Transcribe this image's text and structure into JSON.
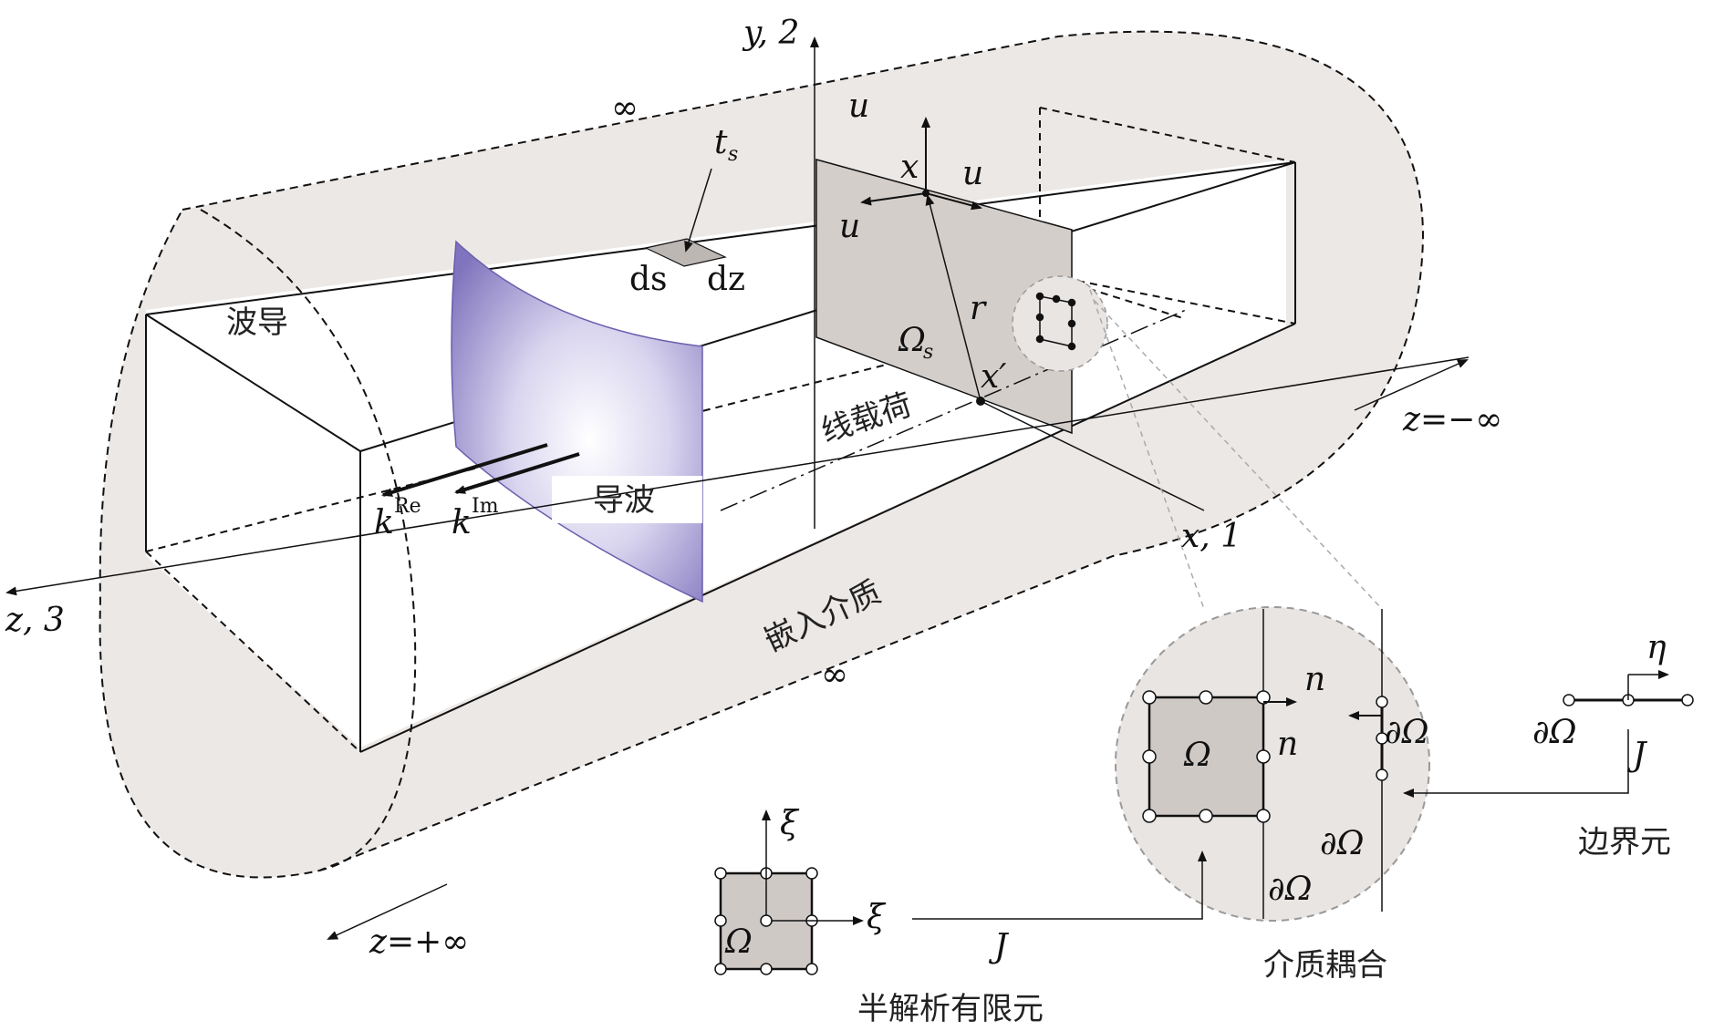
{
  "labels": {
    "y_axis": "y, 2",
    "x_axis": "x, 1",
    "z_axis": "z, 3",
    "z_minus": "z=−∞",
    "z_plus": "z=+∞",
    "inf_top": "∞",
    "inf_bottom": "∞",
    "traction_surface": "t",
    "traction_sub": "s",
    "ds": "ds",
    "dz": "dz",
    "waveguide": "波导",
    "guided_wave": "导波",
    "line_load": "线载荷",
    "embedding_medium": "嵌入介质",
    "omega_s": "Ω",
    "omega_s_sub": "s",
    "r": "r",
    "x_point": "x",
    "x_prime": "x′",
    "uy_ty": "u",
    "ux_tx": "u",
    "uz_tz": "u",
    "kz_re": "k",
    "kz_im": "k",
    "re_sup": "Re",
    "im_sup": "Im",
    "semi_analytical_fe": "半解析有限元",
    "medium_coupling": "介质耦合",
    "boundary_element": "边界元",
    "xi1": "ξ",
    "xi2": "ξ",
    "omega_ref": "Ω",
    "jacobian_s": "J",
    "jacobian_b": "J",
    "eta": "η",
    "d_omega_b_ref": "∂Ω",
    "omega_s_e": "Ω",
    "n_dos": "n",
    "n_dob": "n",
    "d_omega_b_q": "∂Ω",
    "d_omega_b": "∂Ω",
    "d_omega_s": "∂Ω"
  },
  "colors": {
    "wave_surface": "#8a7fc4",
    "shaded_plane": "#d3cdcb",
    "halo": "#efebe9",
    "line": "#111111"
  }
}
